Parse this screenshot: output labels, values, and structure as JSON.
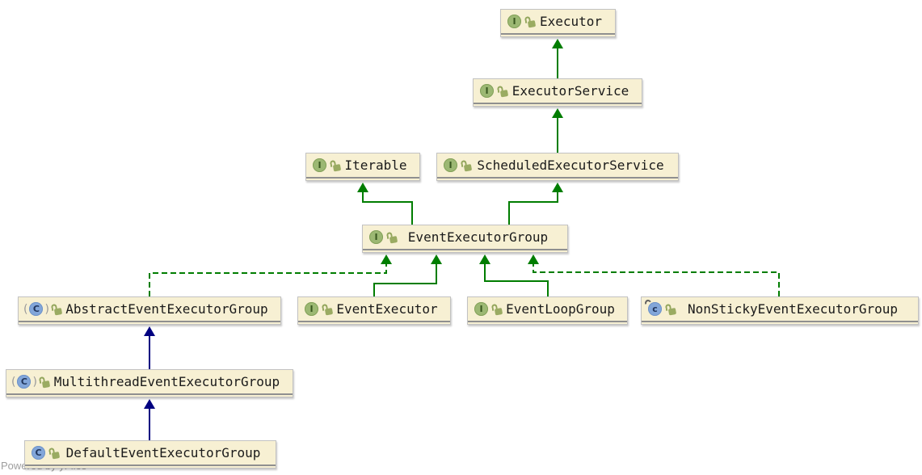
{
  "diagram": {
    "watermark": "Powered by yFiles",
    "icon_glyphs": {
      "interface": "I",
      "class": "C",
      "final": "c",
      "paren_open": "(",
      "paren_close": ")"
    },
    "colors": {
      "node_fill": "#f7f0d3",
      "node_border": "#c2c2c2",
      "node_separator": "#8f8f8f",
      "interface_icon_green": "#9cb873",
      "class_icon_blue": "#82a6d9",
      "edge_green": "#007d00",
      "edge_navy": "#000080",
      "text": "#1a1a1a",
      "watermark_gray": "#9e9e9e"
    },
    "nodes": {
      "executor": {
        "label": "Executor",
        "kind": "interface"
      },
      "executor_service": {
        "label": "ExecutorService",
        "kind": "interface"
      },
      "iterable": {
        "label": "Iterable",
        "kind": "interface"
      },
      "scheduled_executor_service": {
        "label": "ScheduledExecutorService",
        "kind": "interface"
      },
      "event_executor_group": {
        "label": "EventExecutorGroup",
        "kind": "interface"
      },
      "abstract_event_executor_group": {
        "label": "AbstractEventExecutorGroup",
        "kind": "abstract-class"
      },
      "event_executor": {
        "label": "EventExecutor",
        "kind": "interface"
      },
      "event_loop_group": {
        "label": "EventLoopGroup",
        "kind": "interface"
      },
      "non_sticky_event_executor_group": {
        "label": "NonStickyEventExecutorGroup",
        "kind": "final-class"
      },
      "multithread_event_executor_group": {
        "label": "MultithreadEventExecutorGroup",
        "kind": "abstract-class"
      },
      "default_event_executor_group": {
        "label": "DefaultEventExecutorGroup",
        "kind": "class"
      }
    },
    "edges": [
      {
        "from": "ExecutorService",
        "to": "Executor",
        "relation": "extends",
        "line": "solid",
        "color": "green"
      },
      {
        "from": "ScheduledExecutorService",
        "to": "ExecutorService",
        "relation": "extends",
        "line": "solid",
        "color": "green"
      },
      {
        "from": "EventExecutorGroup",
        "to": "Iterable",
        "relation": "extends",
        "line": "solid",
        "color": "green"
      },
      {
        "from": "EventExecutorGroup",
        "to": "ScheduledExecutorService",
        "relation": "extends",
        "line": "solid",
        "color": "green"
      },
      {
        "from": "EventExecutor",
        "to": "EventExecutorGroup",
        "relation": "extends",
        "line": "solid",
        "color": "green"
      },
      {
        "from": "EventLoopGroup",
        "to": "EventExecutorGroup",
        "relation": "extends",
        "line": "solid",
        "color": "green"
      },
      {
        "from": "AbstractEventExecutorGroup",
        "to": "EventExecutorGroup",
        "relation": "implements",
        "line": "dashed",
        "color": "green"
      },
      {
        "from": "NonStickyEventExecutorGroup",
        "to": "EventExecutorGroup",
        "relation": "implements",
        "line": "dashed",
        "color": "green"
      },
      {
        "from": "MultithreadEventExecutorGroup",
        "to": "AbstractEventExecutorGroup",
        "relation": "extends",
        "line": "solid",
        "color": "navy"
      },
      {
        "from": "DefaultEventExecutorGroup",
        "to": "MultithreadEventExecutorGroup",
        "relation": "extends",
        "line": "solid",
        "color": "navy"
      }
    ]
  }
}
